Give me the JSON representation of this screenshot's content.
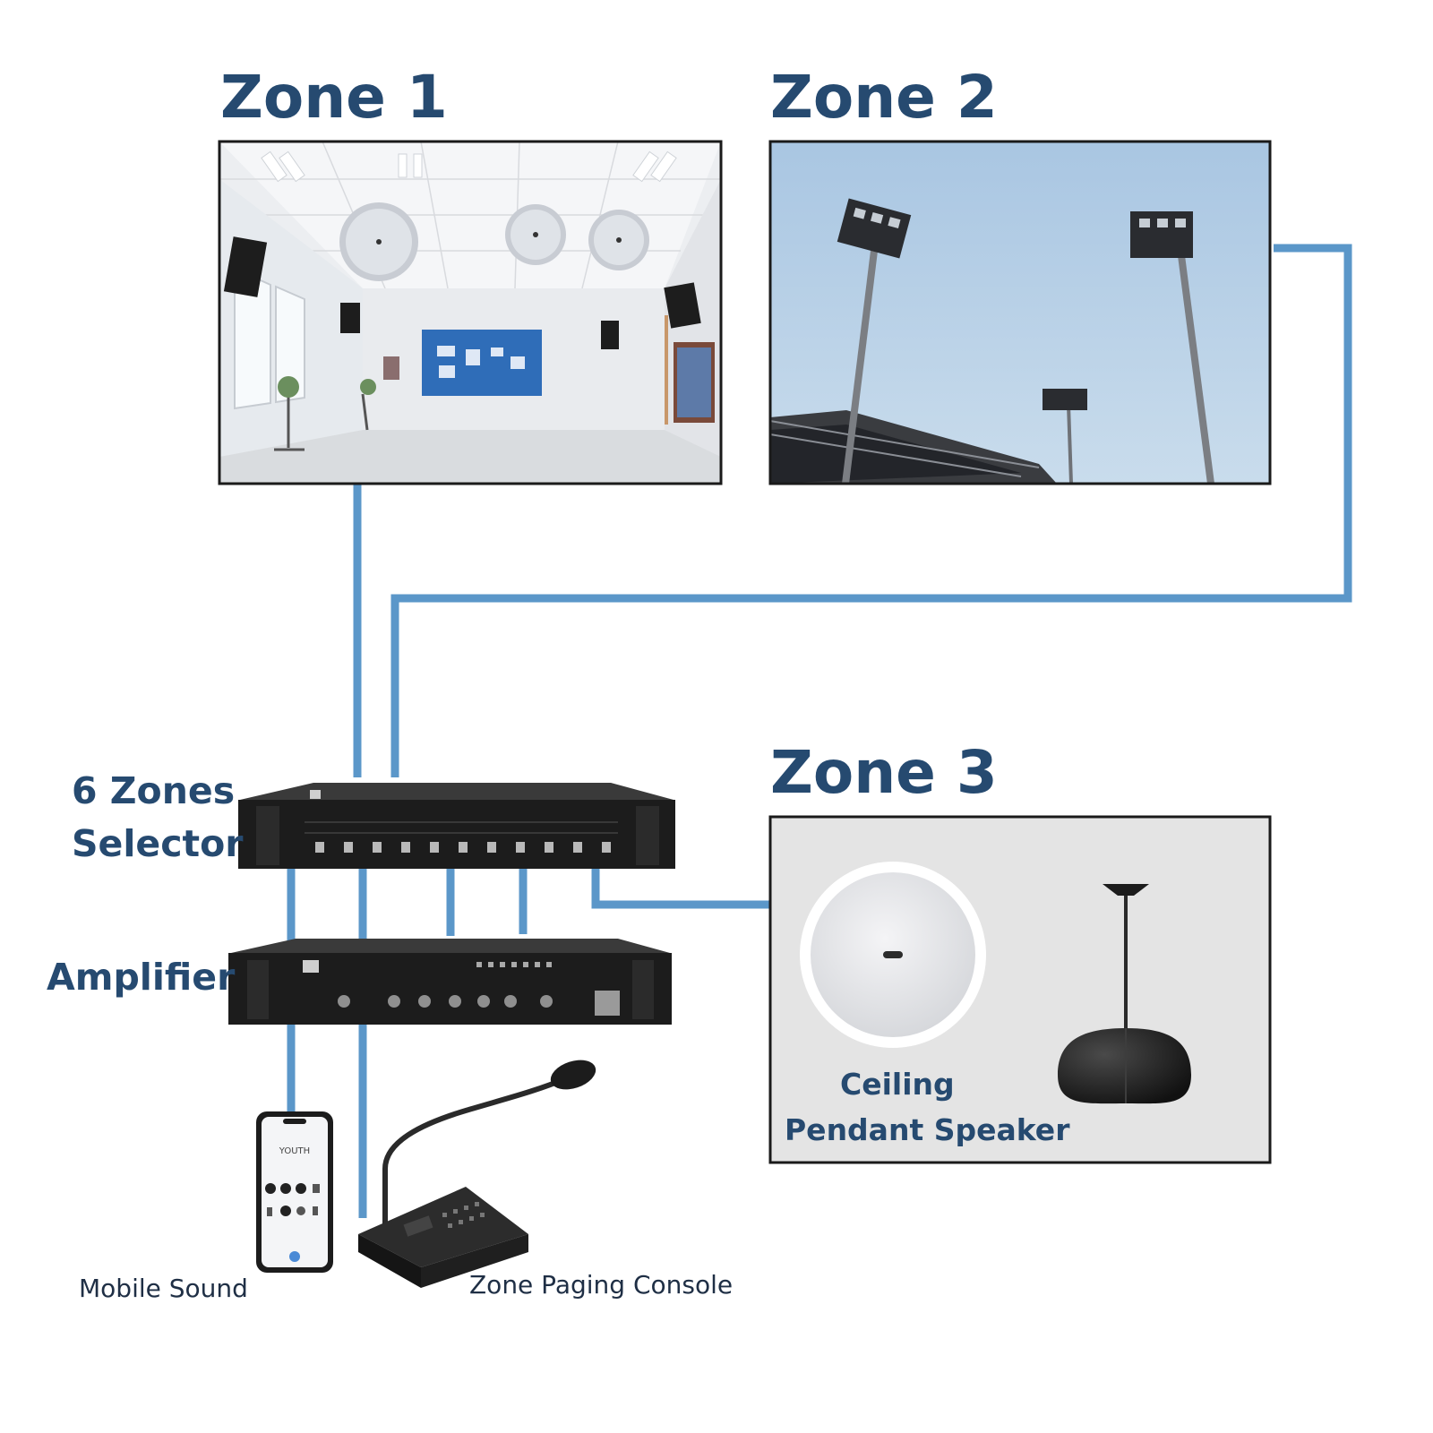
{
  "zones": [
    {
      "title": "Zone 1"
    },
    {
      "title": "Zone 2"
    },
    {
      "title": "Zone 3"
    }
  ],
  "devices": {
    "selector": {
      "line1": "6 Zones",
      "line2": "Selector"
    },
    "amplifier": {
      "label": "Amplifier"
    },
    "mobile": {
      "label": "Mobile Sound",
      "screen_text": "YOUTH"
    },
    "console": {
      "label": "Zone Paging Console"
    }
  },
  "zone3": {
    "caption_line1": "Ceiling",
    "caption_line2": "Pendant Speaker"
  },
  "colors": {
    "cable": "#5b97c9",
    "title": "#264a70",
    "frame": "#1a1a1a",
    "device_body": "#1c1c1c",
    "sky": "#b3cde4",
    "zone3_bg": "#e4e4e4"
  }
}
